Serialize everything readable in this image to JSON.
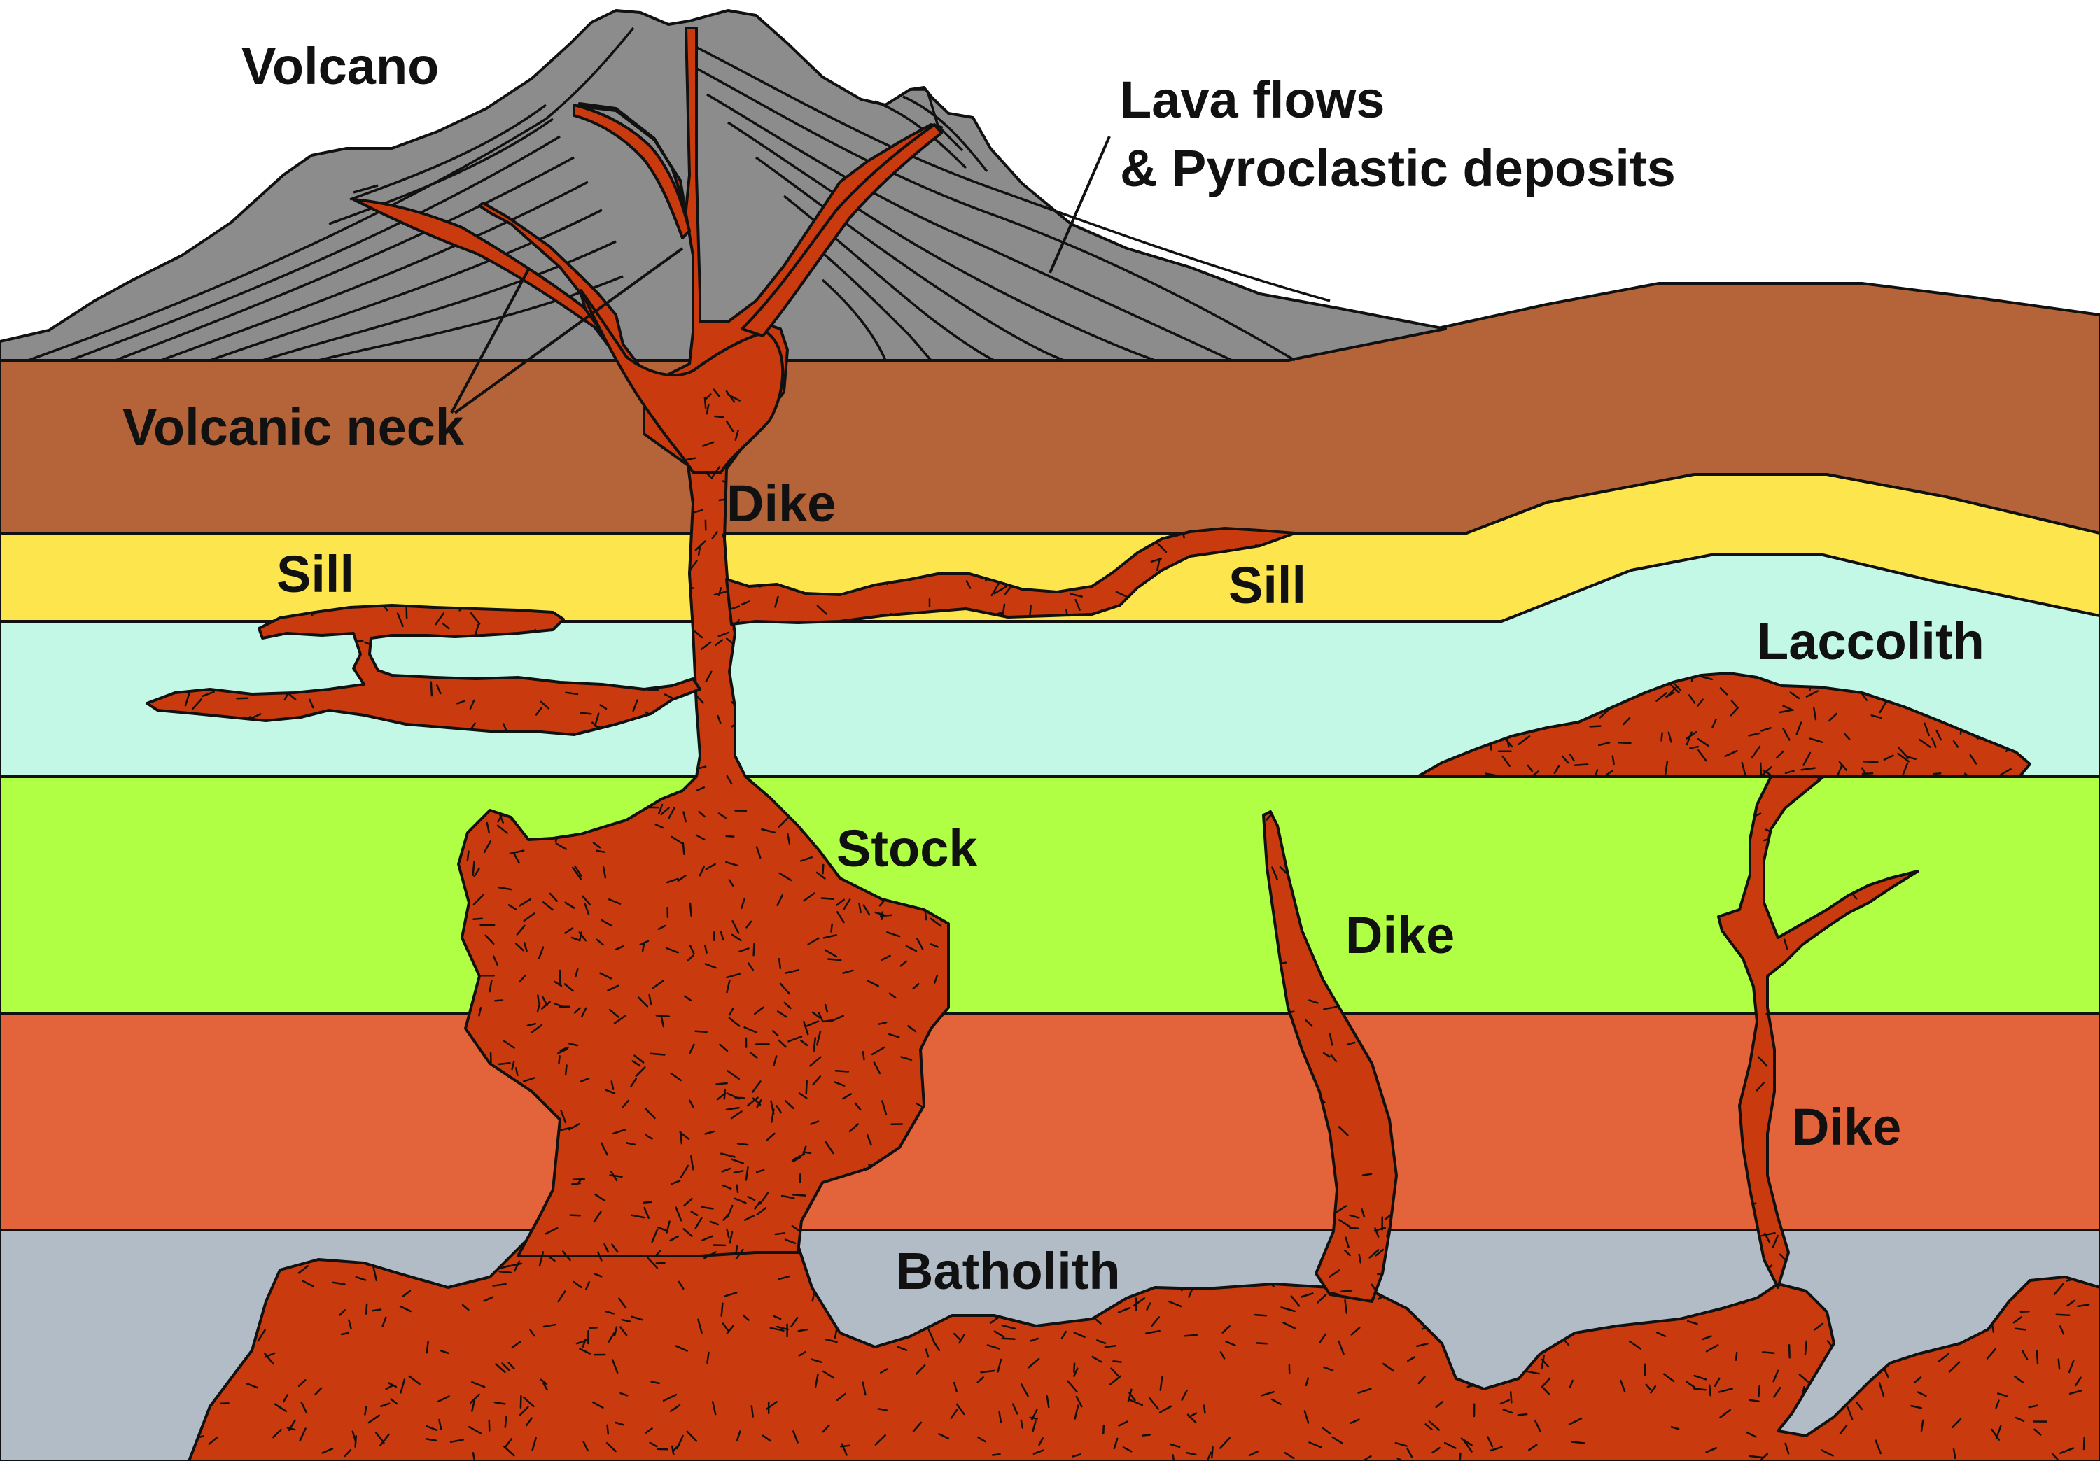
{
  "labels": {
    "volcano": "Volcano",
    "lava_flows_line1": "Lava flows",
    "lava_flows_line2": "& Pyroclastic deposits",
    "volcanic_neck": "Volcanic neck",
    "dike_upper": "Dike",
    "sill_left": "Sill",
    "sill_right": "Sill",
    "laccolith": "Laccolith",
    "stock": "Stock",
    "dike_middle": "Dike",
    "dike_right": "Dike",
    "batholith": "Batholith"
  },
  "colors": {
    "volcano": "#8c8c8c",
    "brown_layer": "#b5643a",
    "yellow_layer": "#fde64d",
    "mint_layer": "#c3f7e6",
    "green_layer": "#b0ff45",
    "orange_layer": "#e3643a",
    "gray_layer": "#b2bcc6",
    "magma": "#c93a0e",
    "outline": "#111111"
  }
}
